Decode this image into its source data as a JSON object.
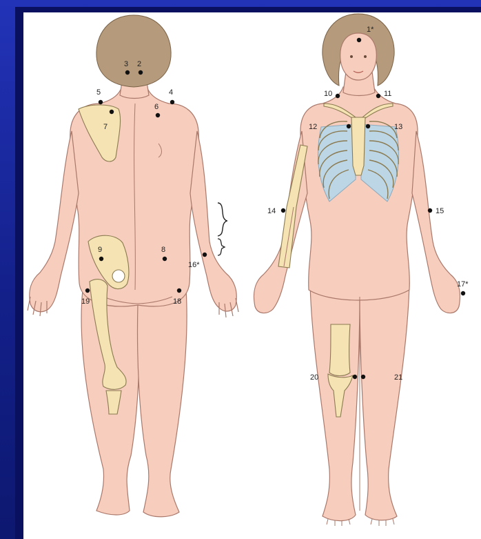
{
  "figure": {
    "point_labels": {
      "p1": "1*",
      "p2": "2",
      "p3": "3",
      "p4": "4",
      "p5": "5",
      "p6": "6",
      "p7": "7",
      "p8": "8",
      "p9": "9",
      "p10": "10",
      "p11": "11",
      "p12": "12",
      "p13": "13",
      "p14": "14",
      "p15": "15",
      "p16": "16*",
      "p17": "17*",
      "p18": "18",
      "p19": "19",
      "p20": "20",
      "p21": "21"
    },
    "colors": {
      "skin": "#f7cdbd",
      "skin_outline": "#a9786a",
      "hair": "#b59a7c",
      "bone": "#f5e3b3",
      "bone_outline": "#8a7a50",
      "lung": "#bcd6e6",
      "point": "#111111",
      "background": "#1e2a9e",
      "panel": "#ffffff"
    }
  }
}
